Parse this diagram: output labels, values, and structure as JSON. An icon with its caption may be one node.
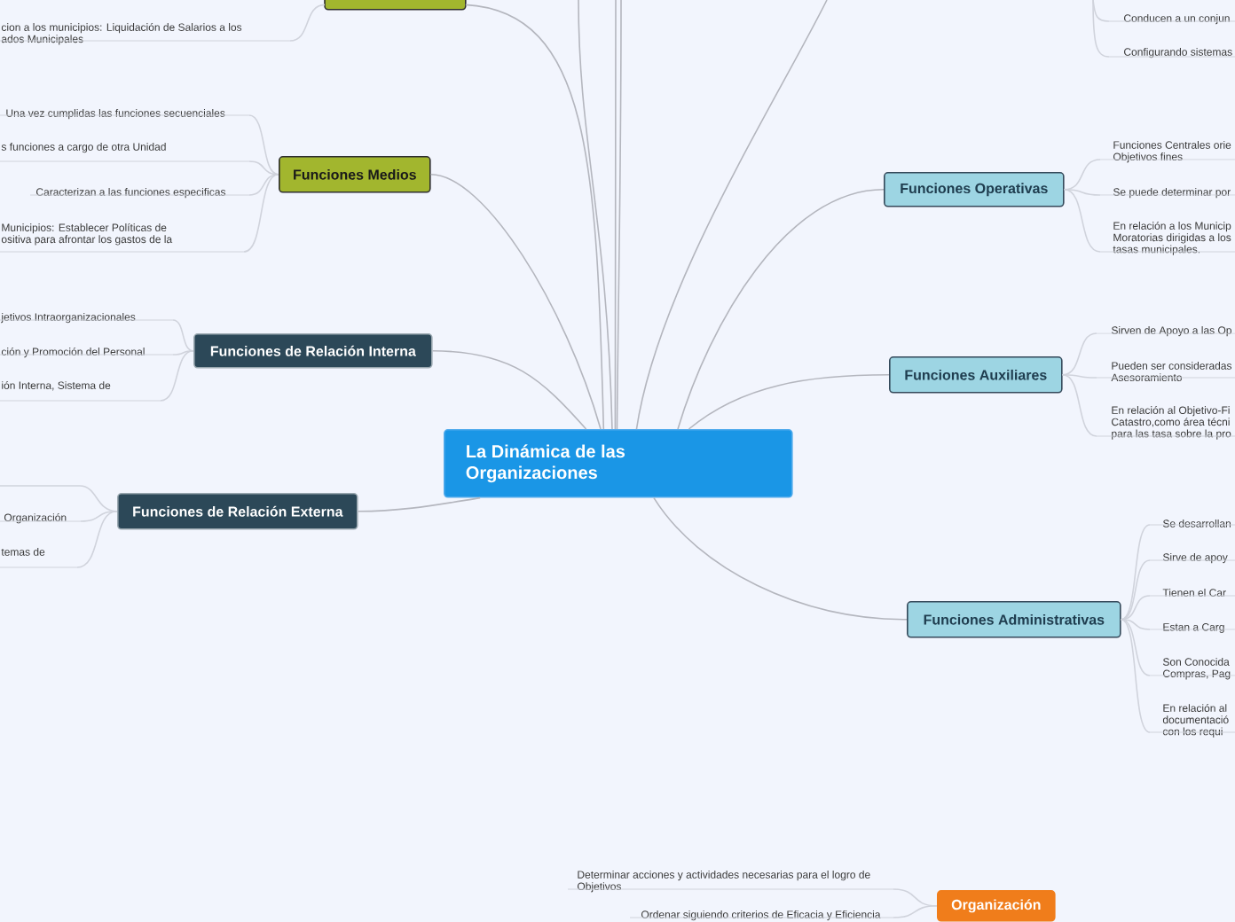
{
  "diagram": {
    "nodes": [
      {
        "text": [
          "La Dinámica de las Organizaciones"
        ]
      },
      {
        "text": [],
        "shape": "box"
      },
      {
        "text": [
          "cion a los municipios: Liquidación de Salarios a los ados Municipales"
        ]
      },
      {
        "text": [
          "Conducen a un conjun"
        ]
      },
      {
        "text": [
          "Configurando sistemas"
        ]
      },
      {
        "text": [
          "Funciones Medios"
        ]
      },
      {
        "text": [
          "Una vez cumplidas las funciones secuenciales"
        ]
      },
      {
        "text": [
          "s funciones a cargo de otra Unidad"
        ]
      },
      {
        "text": [
          "Caracterizan a las funciones especificas"
        ]
      },
      {
        "text": [
          "Municipios: Establecer Políticas de ositiva para afrontar los gastos de la"
        ]
      },
      {
        "text": [
          "Funciones Operativas"
        ]
      },
      {
        "text": [
          "Funciones Centrales orie Objetivos fines"
        ]
      },
      {
        "text": [
          "Se puede determinar por"
        ]
      },
      {
        "text": [
          "En relación a los Municip Moratorias dirigidas a los tasas municipales."
        ]
      },
      {
        "text": [
          "Funciones de Relación Interna"
        ]
      },
      {
        "text": [
          "jetivos Intraorganizacionales"
        ]
      },
      {
        "text": [
          "ción y Promoción del Personal"
        ]
      },
      {
        "text": [
          "ión Interna, Sistema de"
        ]
      },
      {
        "text": [
          "Funciones Auxiliares"
        ]
      },
      {
        "text": [
          "Sirven de Apoyo a las Op"
        ]
      },
      {
        "text": [
          "Pueden ser consideradas Asesoramiento"
        ]
      },
      {
        "text": [
          "En relación al Objetivo-Fi Catastro,como área técni para las tasa sobre la pro"
        ]
      },
      {
        "text": [
          "Funciones de Relación Externa"
        ]
      },
      {
        "text": [
          "Organización"
        ]
      },
      {
        "text": [
          "temas de"
        ]
      },
      {
        "text": [
          "Funciones Administrativas"
        ]
      },
      {
        "text": [
          "Se desarrollan"
        ]
      },
      {
        "text": [
          "Sirve de apoy"
        ]
      },
      {
        "text": [
          "Tienen el Car"
        ]
      },
      {
        "text": [
          "Estan a Carg"
        ]
      },
      {
        "text": [
          "Son Conocida Compras, Pag"
        ]
      },
      {
        "text": [
          "En relación al documentació con los requi"
        ]
      },
      {
        "text": [
          "Determinar acciones y actividades necesarias para el logro de Objetivos"
        ]
      },
      {
        "text": [
          "Organización"
        ]
      },
      {
        "text": [
          "Ordenar siguiendo criterios de Eficacia y Eficiencia"
        ]
      }
    ],
    "edges": [
      {
        "from": 0,
        "to": 1,
        "arrow": "none",
        "color": "#b4b6be"
      },
      {
        "from": 0,
        "to": 5,
        "arrow": "none",
        "color": "#b4b6be"
      },
      {
        "from": 0,
        "to": 14,
        "arrow": "none",
        "color": "#b4b6be"
      },
      {
        "from": 0,
        "to": 22,
        "arrow": "none",
        "color": "#b4b6be"
      },
      {
        "from": 0,
        "to": null,
        "arrow": "none",
        "color": "#b4b6be"
      },
      {
        "from": 0,
        "to": null,
        "arrow": "none",
        "color": "#b4b6be"
      },
      {
        "from": 0,
        "to": null,
        "arrow": "none",
        "color": "#b4b6be"
      },
      {
        "from": 0,
        "to": null,
        "arrow": "none",
        "color": "#b4b6be"
      },
      {
        "from": 0,
        "to": 10,
        "arrow": "none",
        "color": "#b4b6be"
      },
      {
        "from": 0,
        "to": 18,
        "arrow": "none",
        "color": "#b4b6be"
      },
      {
        "from": 0,
        "to": 25,
        "arrow": "none",
        "color": "#b4b6be"
      },
      {
        "from": 1,
        "to": 2,
        "arrow": "none"
      },
      {
        "from": null,
        "to": 3,
        "arrow": "none"
      },
      {
        "from": null,
        "to": 4,
        "arrow": "none"
      },
      {
        "from": 5,
        "to": 6,
        "arrow": "none"
      },
      {
        "from": 5,
        "to": 7,
        "arrow": "none"
      },
      {
        "from": 5,
        "to": 8,
        "arrow": "none"
      },
      {
        "from": 5,
        "to": 9,
        "arrow": "none"
      },
      {
        "from": 10,
        "to": 11,
        "arrow": "none"
      },
      {
        "from": 10,
        "to": 12,
        "arrow": "none"
      },
      {
        "from": 10,
        "to": 13,
        "arrow": "none"
      },
      {
        "from": 14,
        "to": 15,
        "arrow": "none"
      },
      {
        "from": 14,
        "to": 16,
        "arrow": "none"
      },
      {
        "from": 14,
        "to": 17,
        "arrow": "none"
      },
      {
        "from": 18,
        "to": 19,
        "arrow": "none"
      },
      {
        "from": 18,
        "to": 20,
        "arrow": "none"
      },
      {
        "from": 18,
        "to": 21,
        "arrow": "none"
      },
      {
        "from": 22,
        "to": null,
        "arrow": "none"
      },
      {
        "from": 22,
        "to": 23,
        "arrow": "none"
      },
      {
        "from": 22,
        "to": 24,
        "arrow": "none"
      },
      {
        "from": 25,
        "to": 26,
        "arrow": "none"
      },
      {
        "from": 25,
        "to": 27,
        "arrow": "none"
      },
      {
        "from": 25,
        "to": 28,
        "arrow": "none"
      },
      {
        "from": 25,
        "to": 29,
        "arrow": "none"
      },
      {
        "from": 25,
        "to": 30,
        "arrow": "none"
      },
      {
        "from": 25,
        "to": 31,
        "arrow": "none"
      },
      {
        "from": 33,
        "to": 32,
        "arrow": "none"
      },
      {
        "from": 33,
        "to": 34,
        "arrow": "none"
      }
    ]
  }
}
